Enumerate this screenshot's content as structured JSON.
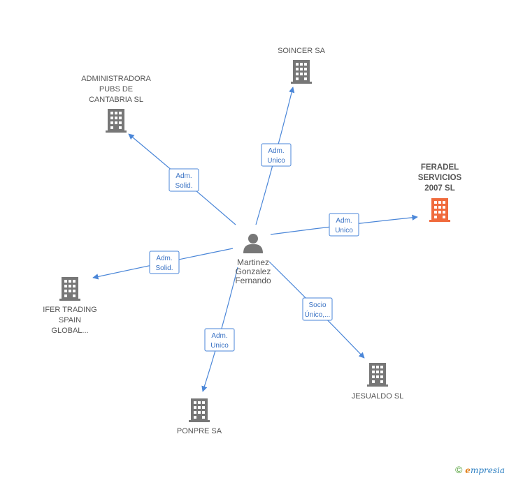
{
  "center": {
    "lines": [
      "Martinez",
      "Gonzalez",
      "Fernando"
    ],
    "icon": "person-icon"
  },
  "companies": [
    {
      "id": "soincer",
      "lines": [
        "SOINCER SA"
      ],
      "highlight": false
    },
    {
      "id": "administradora",
      "lines": [
        "ADMINISTRADORA",
        "PUBS DE",
        "CANTABRIA SL"
      ],
      "highlight": false
    },
    {
      "id": "feradel",
      "lines": [
        "FERADEL",
        "SERVICIOS",
        "2007 SL"
      ],
      "highlight": true
    },
    {
      "id": "ifer",
      "lines": [
        "IFER TRADING",
        "SPAIN",
        "GLOBAL..."
      ],
      "highlight": false
    },
    {
      "id": "jesualdo",
      "lines": [
        "JESUALDO SL"
      ],
      "highlight": false
    },
    {
      "id": "ponpre",
      "lines": [
        "PONPRE SA"
      ],
      "highlight": false
    }
  ],
  "edges": [
    {
      "to": "soincer",
      "label": [
        "Adm.",
        "Unico"
      ]
    },
    {
      "to": "administradora",
      "label": [
        "Adm.",
        "Solid."
      ]
    },
    {
      "to": "feradel",
      "label": [
        "Adm.",
        "Unico"
      ]
    },
    {
      "to": "ifer",
      "label": [
        "Adm.",
        "Solid."
      ]
    },
    {
      "to": "jesualdo",
      "label": [
        "Socio",
        "Único,..."
      ]
    },
    {
      "to": "ponpre",
      "label": [
        "Adm.",
        "Unico"
      ]
    }
  ],
  "colors": {
    "edge": "#4a86d8",
    "building": "#777777",
    "building_highlight": "#f06a3c",
    "person": "#777777"
  },
  "footer": {
    "copyright_symbol": "©",
    "brand_initial": "e",
    "brand_rest": "mpresia"
  }
}
